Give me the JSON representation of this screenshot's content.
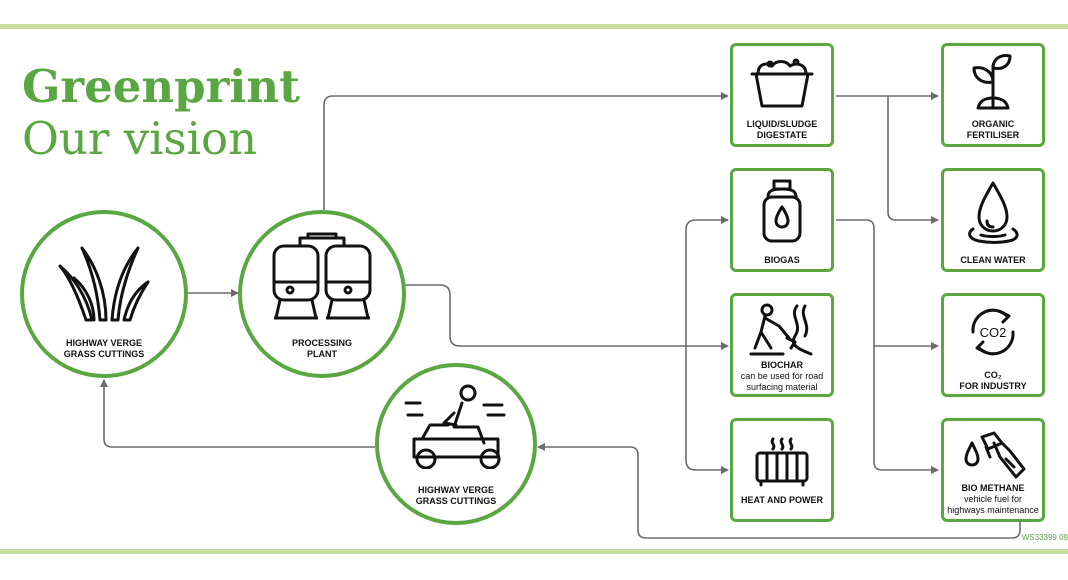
{
  "brand": {
    "green": "#5aa641",
    "dark": "#111111",
    "line_grey": "#6b6b6b",
    "frame_line": "#c5dd9f"
  },
  "title": {
    "main": "Greenprint",
    "sub": "Our vision"
  },
  "nodes": {
    "grass_source": {
      "line1": "HIGHWAY VERGE",
      "line2": "GRASS CUTTINGS",
      "icon": "grass-icon"
    },
    "processing_plant": {
      "line1": "PROCESSING",
      "line2": "PLANT",
      "icon": "tanks-icon"
    },
    "grass_mower": {
      "line1": "HIGHWAY VERGE",
      "line2": "GRASS CUTTINGS",
      "icon": "ride-on-mower-icon"
    },
    "digestate": {
      "line1": "LIQUID/SLUDGE",
      "line2": "DIGESTATE",
      "icon": "sludge-tub-icon"
    },
    "biogas": {
      "line1": "BIOGAS",
      "icon": "gas-cylinder-icon"
    },
    "biochar": {
      "line1": "BIOCHAR",
      "sub1": "can be used for road",
      "sub2": "surfacing material",
      "icon": "road-worker-icon"
    },
    "heat_power": {
      "line1": "HEAT AND POWER",
      "icon": "radiator-icon"
    },
    "fertiliser": {
      "line1": "ORGANIC",
      "line2": "FERTILISER",
      "icon": "seedling-icon"
    },
    "clean_water": {
      "line1": "CLEAN WATER",
      "icon": "water-drop-icon"
    },
    "co2": {
      "line1": "CO₂",
      "line2": "FOR INDUSTRY",
      "icon_text": "CO2",
      "icon": "co2-cycle-icon"
    },
    "bio_methane": {
      "line1": "BIO METHANE",
      "sub1": "vehicle fuel for",
      "sub2": "highways maintenance",
      "icon": "fuel-nozzle-icon"
    }
  },
  "footer": {
    "code": "WS33399 09"
  }
}
